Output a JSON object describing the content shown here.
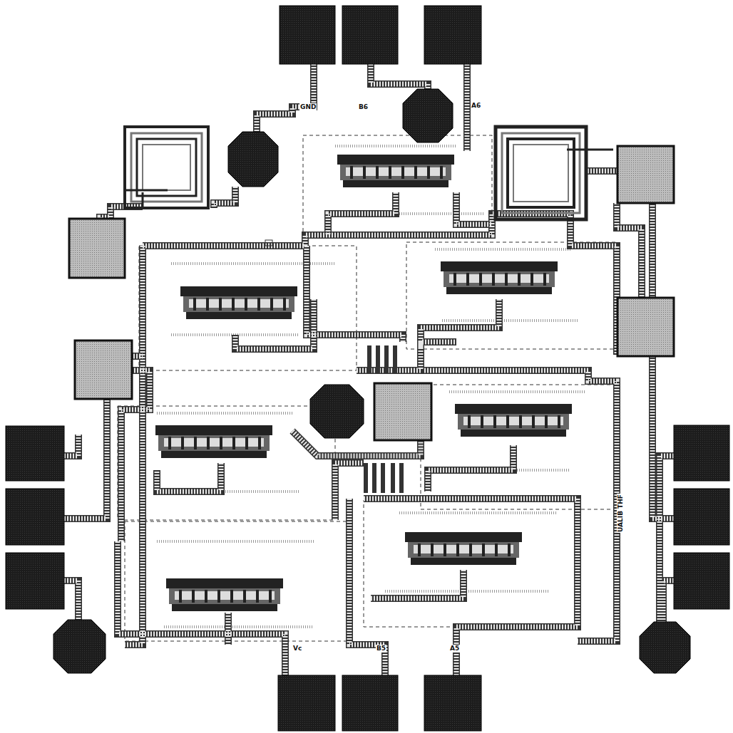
{
  "diagram": {
    "labels": [
      "GND",
      "B6",
      "A6",
      "Vc",
      "B5",
      "A5",
      "UALIB THF"
    ]
  }
}
